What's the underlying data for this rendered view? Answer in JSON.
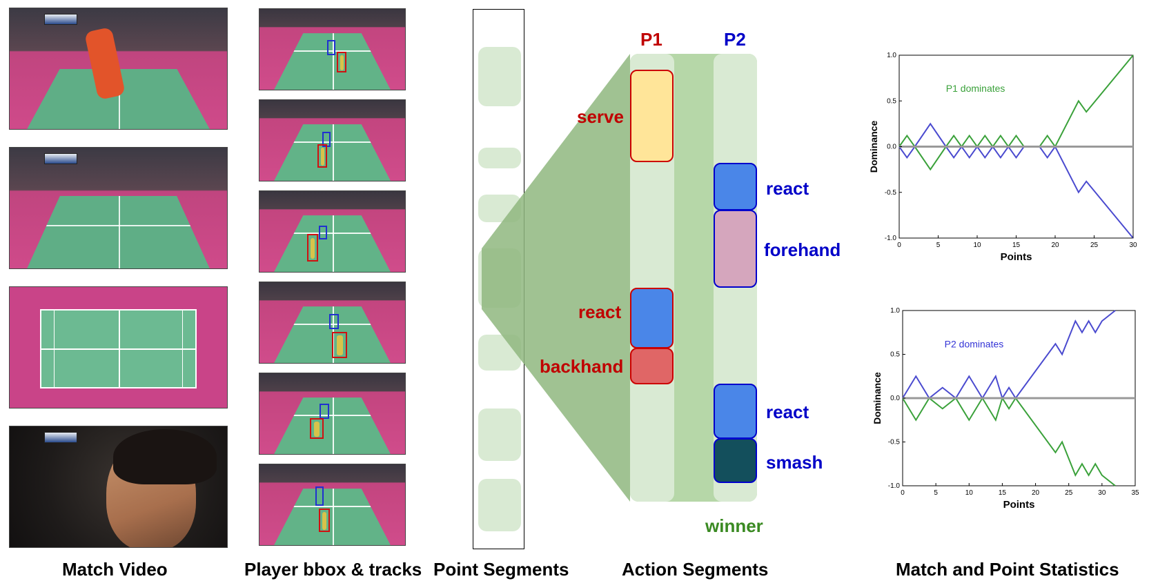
{
  "captions": {
    "match_video": "Match Video",
    "player_tracks": "Player bbox & tracks",
    "point_segments": "Point Segments",
    "action_segments": "Action Segments",
    "statistics": "Match and Point Statistics"
  },
  "players": {
    "p1": "P1",
    "p2": "P2"
  },
  "colors": {
    "p1": "#c00000",
    "p2": "#0000c8",
    "winner": "#3a8a22",
    "serve": "#ffe599",
    "react": "#4a86e8",
    "backhand": "#e06666",
    "forehand": "#d5a6bd",
    "smash": "#134f5c",
    "segment": "#d9ead3"
  },
  "action_labels": {
    "p1": [
      "serve",
      "react",
      "backhand"
    ],
    "p2": [
      "react",
      "forehand",
      "react",
      "smash"
    ],
    "outcome": "winner"
  },
  "chart_data": [
    {
      "type": "line",
      "xlabel": "Points",
      "ylabel": "Dominance",
      "xlim": [
        0,
        30
      ],
      "ylim": [
        -1.0,
        1.0
      ],
      "xticks": [
        0,
        5,
        10,
        15,
        20,
        25,
        30
      ],
      "yticks": [
        -1.0,
        -0.5,
        0.0,
        0.5,
        1.0
      ],
      "annotation": "P1 dominates",
      "annotation_color": "#3aa13a",
      "series": [
        {
          "color": "#3aa13a",
          "x": [
            0,
            1,
            2,
            4,
            6,
            7,
            8,
            9,
            10,
            11,
            12,
            13,
            14,
            15,
            16,
            18,
            19,
            20,
            23,
            24,
            30
          ],
          "y": [
            0,
            0.12,
            0,
            -0.25,
            0,
            0.12,
            0,
            0.12,
            0,
            0.12,
            0,
            0.12,
            0,
            0.12,
            0,
            0,
            0.12,
            0,
            0.5,
            0.38,
            1.0
          ]
        },
        {
          "color": "#4a4acf",
          "x": [
            0,
            1,
            2,
            4,
            6,
            7,
            8,
            9,
            10,
            11,
            12,
            13,
            14,
            15,
            16,
            18,
            19,
            20,
            23,
            24,
            30
          ],
          "y": [
            0,
            -0.12,
            0,
            0.25,
            0,
            -0.12,
            0,
            -0.12,
            0,
            -0.12,
            0,
            -0.12,
            0,
            -0.12,
            0,
            0,
            -0.12,
            0,
            -0.5,
            -0.38,
            -1.0
          ]
        },
        {
          "color": "#999999",
          "x": [
            0,
            30
          ],
          "y": [
            0,
            0
          ]
        }
      ]
    },
    {
      "type": "line",
      "xlabel": "Points",
      "ylabel": "Dominance",
      "xlim": [
        0,
        35
      ],
      "ylim": [
        -1.0,
        1.0
      ],
      "xticks": [
        0,
        5,
        10,
        15,
        20,
        25,
        30,
        35
      ],
      "yticks": [
        -1.0,
        -0.5,
        0.0,
        0.5,
        1.0
      ],
      "annotation": "P2 dominates",
      "annotation_color": "#3434d6",
      "series": [
        {
          "color": "#4a4acf",
          "x": [
            0,
            2,
            4,
            6,
            8,
            10,
            12,
            14,
            15,
            16,
            17,
            23,
            24,
            26,
            27,
            28,
            29,
            30,
            32
          ],
          "y": [
            0,
            0.25,
            0,
            0.12,
            0,
            0.25,
            0,
            0.25,
            0,
            0.12,
            0,
            0.62,
            0.5,
            0.88,
            0.75,
            0.88,
            0.75,
            0.88,
            1.0
          ]
        },
        {
          "color": "#3aa13a",
          "x": [
            0,
            2,
            4,
            6,
            8,
            10,
            12,
            14,
            15,
            16,
            17,
            23,
            24,
            26,
            27,
            28,
            29,
            30,
            32
          ],
          "y": [
            0,
            -0.25,
            0,
            -0.12,
            0,
            -0.25,
            0,
            -0.25,
            0,
            -0.12,
            0,
            -0.62,
            -0.5,
            -0.88,
            -0.75,
            -0.88,
            -0.75,
            -0.88,
            -1.0
          ]
        },
        {
          "color": "#999999",
          "x": [
            0,
            35
          ],
          "y": [
            0,
            0
          ]
        }
      ]
    }
  ]
}
